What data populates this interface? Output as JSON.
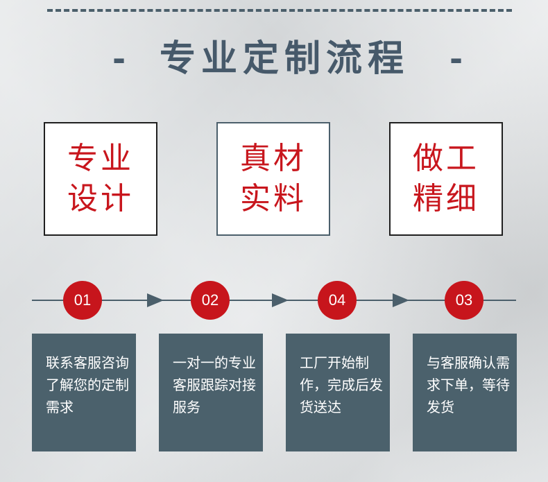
{
  "title": {
    "dash_left": "-",
    "text": "专业定制流程",
    "dash_right": "-"
  },
  "features": [
    {
      "line1": "专业",
      "line2": "设计"
    },
    {
      "line1": "真材",
      "line2": "实料"
    },
    {
      "line1": "做工",
      "line2": "精细"
    }
  ],
  "steps": [
    {
      "number": "01",
      "description": "联系客服咨询了解您的定制需求"
    },
    {
      "number": "02",
      "description": "一对一的专业客服跟踪对接服务"
    },
    {
      "number": "04",
      "description": "工厂开始制作，完成后发货送达"
    },
    {
      "number": "03",
      "description": "与客服确认需求下单，等待发货"
    }
  ],
  "colors": {
    "accent_red": "#c7151c",
    "slate": "#4b616c"
  }
}
